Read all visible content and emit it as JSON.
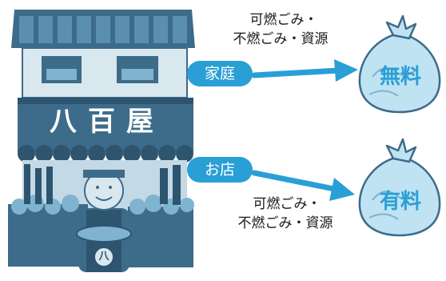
{
  "shop": {
    "sign": "八百屋",
    "apron_mark": "八"
  },
  "household": {
    "label": "家庭",
    "categories_line1": "可燃ごみ・",
    "categories_line2": "不燃ごみ・資源",
    "result": "無料"
  },
  "business": {
    "label": "お店",
    "categories_line1": "可燃ごみ・",
    "categories_line2": "不燃ごみ・資源",
    "result": "有料"
  },
  "colors": {
    "shop_dark": "#3d6b8a",
    "shop_mid": "#4f86a8",
    "shop_light": "#7fb3cf",
    "accent": "#2a9fd6",
    "bag": "#bfe3f3",
    "bag_stroke": "#3d6b8a"
  }
}
